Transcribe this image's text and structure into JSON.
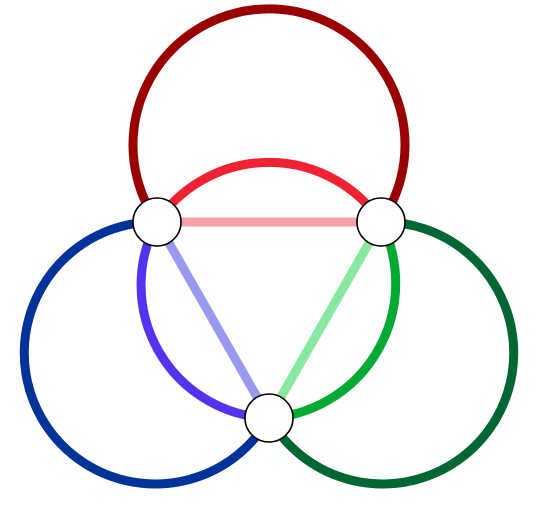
{
  "graph": {
    "vertices": [
      {
        "id": "a"
      },
      {
        "id": "b"
      },
      {
        "id": "c"
      }
    ],
    "edges": [
      {
        "id": "outer-top",
        "from": "a",
        "to": "b",
        "kind": "outer-arc",
        "color": "#990000"
      },
      {
        "id": "inner-top",
        "from": "a",
        "to": "b",
        "kind": "inner-arc",
        "color": "#ee2233"
      },
      {
        "id": "chord-top",
        "from": "a",
        "to": "b",
        "kind": "chord",
        "color": "#f5a0a8"
      },
      {
        "id": "outer-left",
        "from": "c",
        "to": "a",
        "kind": "outer-arc",
        "color": "#003399"
      },
      {
        "id": "inner-left",
        "from": "a",
        "to": "c",
        "kind": "inner-arc",
        "color": "#5533ee"
      },
      {
        "id": "chord-left",
        "from": "a",
        "to": "c",
        "kind": "chord",
        "color": "#9999f0"
      },
      {
        "id": "outer-right",
        "from": "b",
        "to": "c",
        "kind": "outer-arc",
        "color": "#006633"
      },
      {
        "id": "inner-right",
        "from": "b",
        "to": "c",
        "kind": "inner-arc",
        "color": "#00aa33"
      },
      {
        "id": "chord-right",
        "from": "b",
        "to": "c",
        "kind": "chord",
        "color": "#88e8a0"
      }
    ]
  }
}
